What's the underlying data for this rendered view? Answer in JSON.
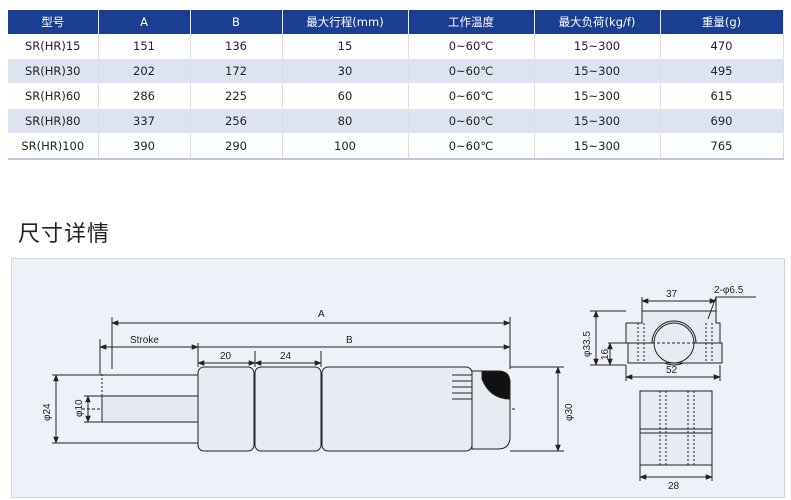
{
  "spec_table": {
    "headers": [
      "型号",
      "A",
      "B",
      "最大行程(mm)",
      "工作温度",
      "最大负荷(kg/f)",
      "重量(g)"
    ],
    "rows": [
      [
        "SR(HR)15",
        "151",
        "136",
        "15",
        "0~60℃",
        "15~300",
        "470"
      ],
      [
        "SR(HR)30",
        "202",
        "172",
        "30",
        "0~60℃",
        "15~300",
        "495"
      ],
      [
        "SR(HR)60",
        "286",
        "225",
        "60",
        "0~60℃",
        "15~300",
        "615"
      ],
      [
        "SR(HR)80",
        "337",
        "256",
        "80",
        "0~60℃",
        "15~300",
        "690"
      ],
      [
        "SR(HR)100",
        "390",
        "290",
        "100",
        "0~60℃",
        "15~300",
        "765"
      ]
    ]
  },
  "section_title": "尺寸详情",
  "drawing": {
    "label_A": "A",
    "label_B": "B",
    "label_stroke": "Stroke",
    "label_20": "20",
    "label_24": "24",
    "label_phi24": "φ24",
    "label_phi10": "φ10",
    "label_phi30": "φ30",
    "label_37": "37",
    "label_hole": "2-φ6.5",
    "label_phi33_5": "φ33.5",
    "label_16": "16",
    "label_52": "52",
    "label_28": "28"
  },
  "colors": {
    "header_bg": "#1a3e92",
    "row_alt": "#dde4f0",
    "frame_bg": "#eef1f7"
  }
}
